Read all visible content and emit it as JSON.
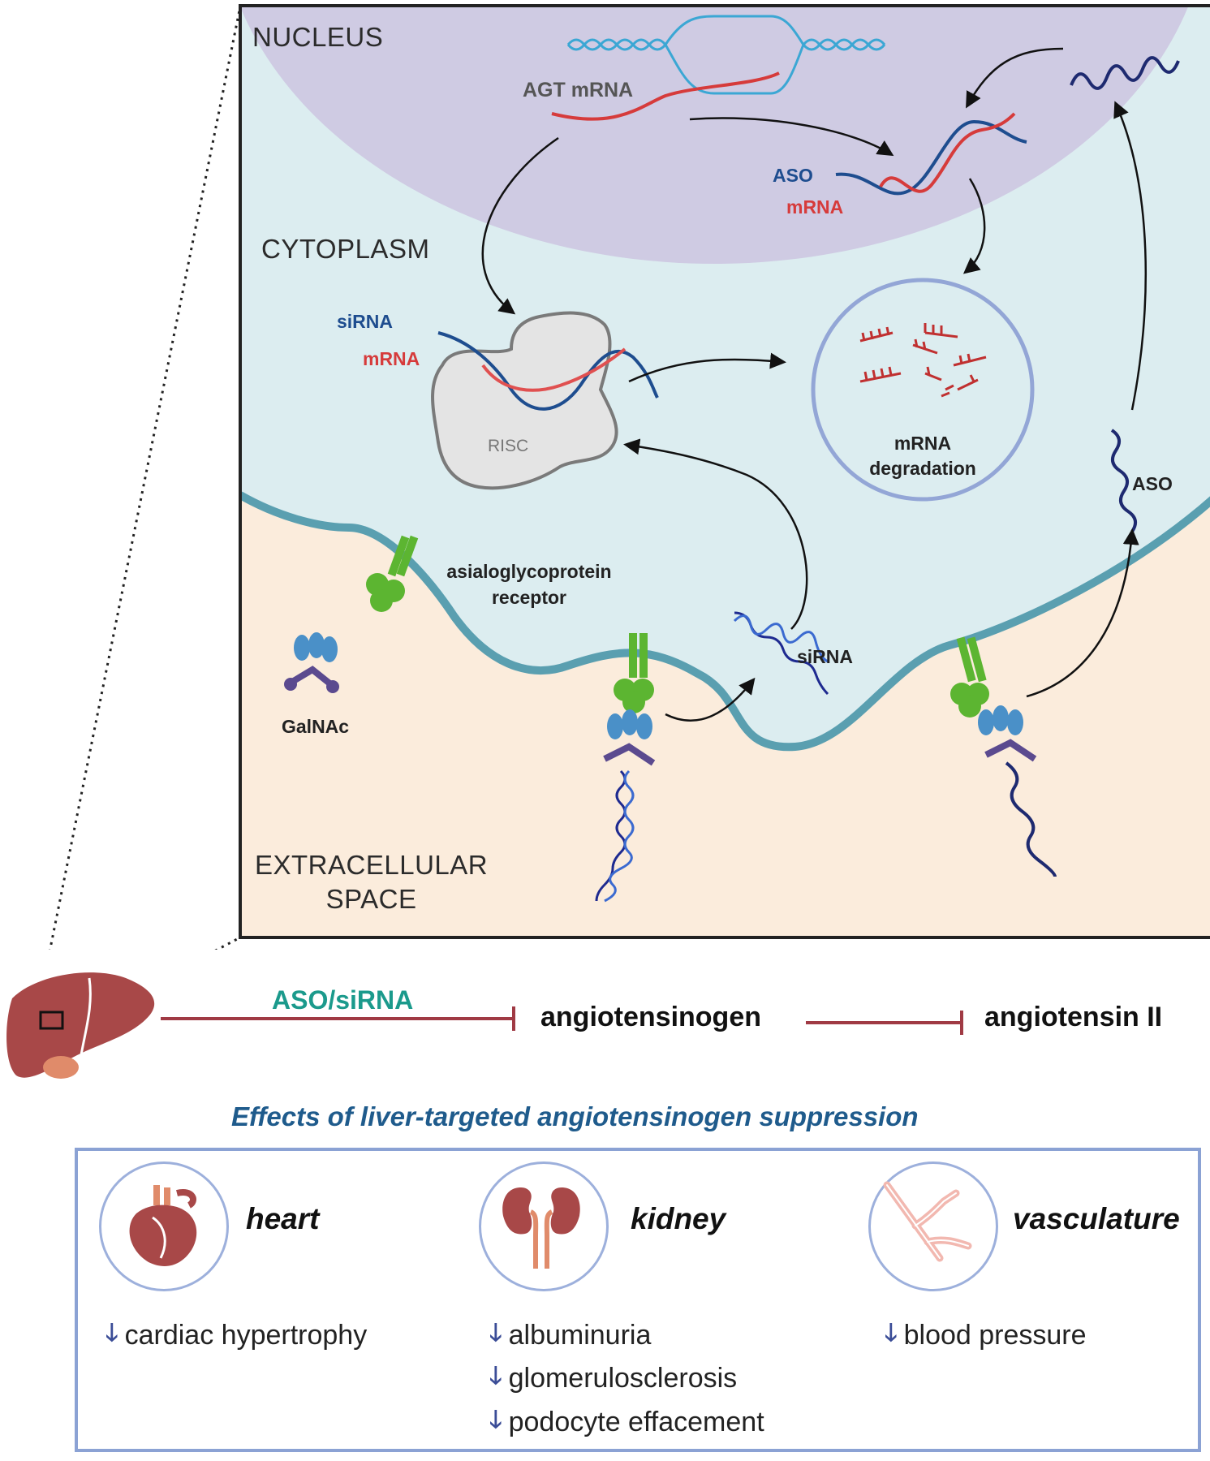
{
  "regions": {
    "nucleus": "NUCLEUS",
    "cytoplasm": "CYTOPLASM",
    "extracellular": [
      "EXTRACELLULAR",
      "SPACE"
    ]
  },
  "molecules": {
    "agt_mrna": "AGT mRNA",
    "aso_top": "ASO",
    "mrna_top": "mRNA",
    "sirna_left": "siRNA",
    "mrna_left": "mRNA",
    "risc": "RISC",
    "degradation": [
      "mRNA",
      "degradation"
    ],
    "receptor": [
      "asialoglycoprotein",
      "receptor"
    ],
    "galnac": "GalNAc",
    "sirna_mid": "siRNA",
    "aso_right": "ASO"
  },
  "pathway": {
    "agent": "ASO/siRNA",
    "target": "angiotensinogen",
    "product": "angiotensin II"
  },
  "effects": {
    "title": "Effects of liver-targeted angiotensinogen suppression",
    "organs": [
      {
        "name": "heart",
        "icon": "heart-icon",
        "items": [
          "cardiac hypertrophy"
        ]
      },
      {
        "name": "kidney",
        "icon": "kidney-icon",
        "items": [
          "albuminuria",
          "glomerulosclerosis",
          "podocyte effacement"
        ]
      },
      {
        "name": "vasculature",
        "icon": "vessel-icon",
        "items": [
          "blood pressure"
        ]
      }
    ]
  },
  "colors": {
    "nucleus": "#cfcbe3",
    "cytoplasm": "#dcedf0",
    "extracellular": "#fbecdc",
    "membrane": "#5a9fb0",
    "liver": "#a84848",
    "inhibition": "#a03a44",
    "aso_blue": "#1e4d8f",
    "mrna_red": "#d63b3b",
    "receptor_green": "#5cb531",
    "galnac_blue": "#4a90c8"
  }
}
